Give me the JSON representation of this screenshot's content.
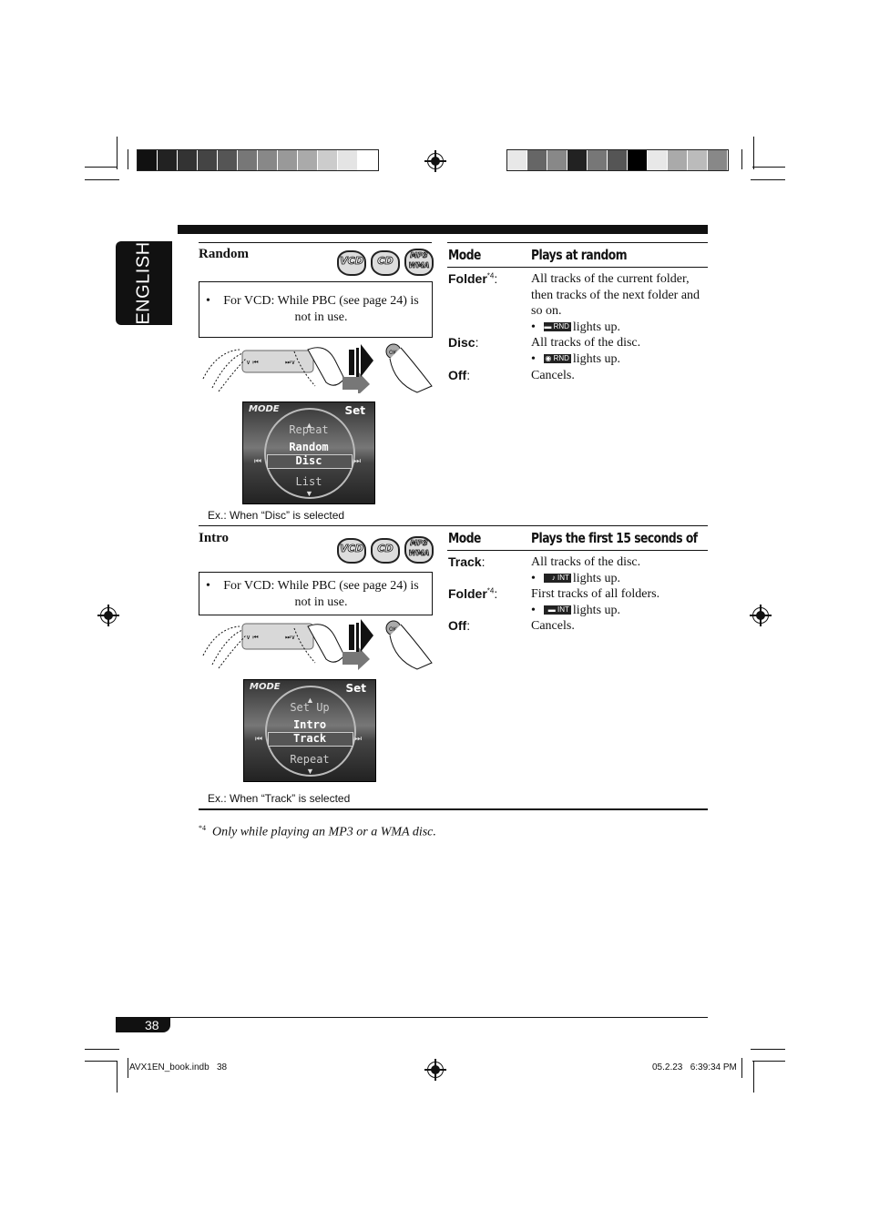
{
  "side_tab": {
    "label": "ENGLISH"
  },
  "colors": {
    "left_bar": [
      "#111111",
      "#222222",
      "#333333",
      "#444444",
      "#555555",
      "#777777",
      "#888888",
      "#999999",
      "#aaaaaa",
      "#cccccc",
      "#e4e4e4",
      "#ffffff"
    ],
    "right_bar": [
      "#e8e8e8",
      "#666666",
      "#888888",
      "#222222",
      "#777777",
      "#555555",
      "#000000",
      "#e8e8e8",
      "#aaaaaa",
      "#bbbbbb",
      "#888888"
    ]
  },
  "random": {
    "title": "Random",
    "badges": [
      "VCD",
      "CD",
      "MP3 WMA"
    ],
    "note": "For VCD: While PBC (see page 24) is not in use.",
    "screen": {
      "mode": "MODE",
      "set": "Set",
      "items": [
        "Repeat",
        "Random",
        "Disc",
        "List"
      ]
    },
    "caption": "Ex.: When “Disc” is selected",
    "table_header_mode": "Mode",
    "table_header_desc": "Plays at random",
    "rows": [
      {
        "term": "Folder",
        "sup": "*4",
        "desc": "All tracks of the current folder, then tracks of the next folder and so on.",
        "indicator": "RND",
        "indicator_note": "lights up."
      },
      {
        "term": "Disc",
        "sup": "",
        "desc": "All tracks of the disc.",
        "indicator": "RND",
        "indicator_note": "lights up."
      },
      {
        "term": "Off",
        "sup": "",
        "desc": "Cancels."
      }
    ]
  },
  "intro": {
    "title": "Intro",
    "badges": [
      "VCD",
      "CD",
      "MP3 WMA"
    ],
    "note": "For VCD: While PBC (see page 24) is not in use.",
    "screen": {
      "mode": "MODE",
      "set": "Set",
      "items": [
        "Set Up",
        "Intro",
        "Track",
        "Repeat"
      ]
    },
    "caption": "Ex.: When “Track” is selected",
    "table_header_mode": "Mode",
    "table_header_desc": "Plays the first 15 seconds of",
    "rows": [
      {
        "term": "Track",
        "sup": "",
        "desc": "All tracks of the disc.",
        "indicator": "INT",
        "indicator_note": "lights up."
      },
      {
        "term": "Folder",
        "sup": "*4",
        "desc": "First tracks of all folders.",
        "indicator": "INT",
        "indicator_note": "lights up."
      },
      {
        "term": "Off",
        "sup": "",
        "desc": "Cancels."
      }
    ]
  },
  "footnote": {
    "mark": "*4",
    "text": "Only while playing an MP3 or a WMA disc."
  },
  "page_number": "38",
  "imprint": {
    "file": "AVX1EN_book.indb   38",
    "datetime": "05.2.23   6:39:34 PM"
  },
  "ok_label": "OK"
}
